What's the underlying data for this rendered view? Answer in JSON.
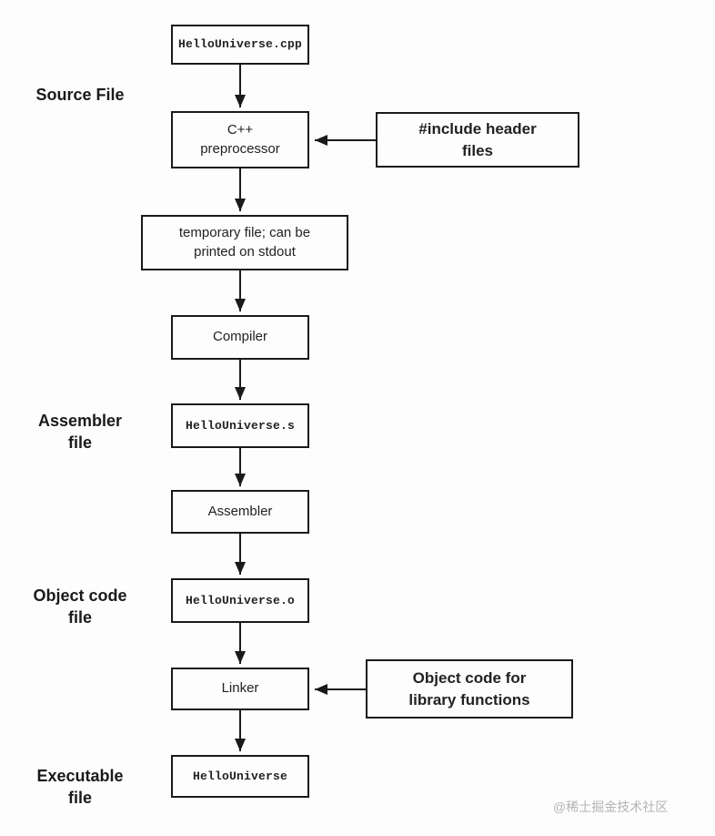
{
  "diagram": {
    "nodes": {
      "source_cpp": "HelloUniverse.cpp",
      "preprocessor": "C++\npreprocessor",
      "include_header": "#include header\nfiles",
      "temp_file": "temporary file; can be\nprinted on stdout",
      "compiler": "Compiler",
      "assembler_source": "HelloUniverse.s",
      "assembler": "Assembler",
      "object_file": "HelloUniverse.o",
      "linker": "Linker",
      "object_lib": "Object code for\nlibrary functions",
      "executable": "HelloUniverse"
    },
    "stage_labels": {
      "source": "Source File",
      "assembler": "Assembler\nfile",
      "object": "Object code\nfile",
      "executable": "Executable\nfile"
    },
    "watermark": "@稀土掘金技术社区",
    "colors": {
      "stroke": "#1a1a1a",
      "background": "#fdfdfd",
      "watermark": "#b3b3b3"
    }
  }
}
